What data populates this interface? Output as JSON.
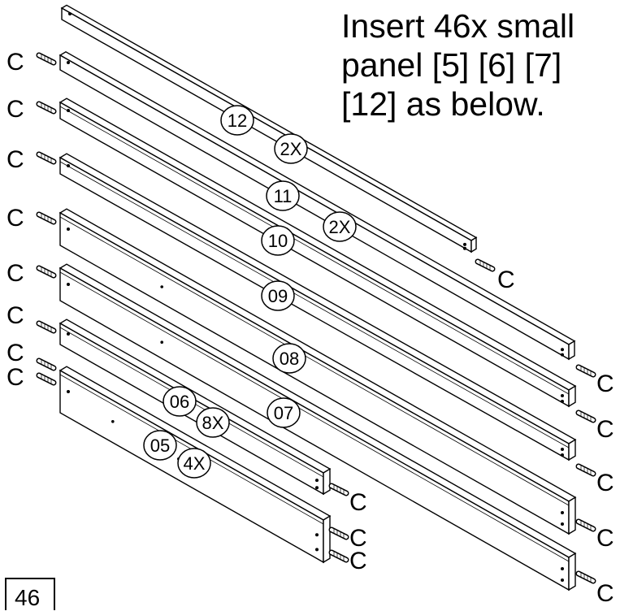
{
  "instruction": {
    "lines": [
      "Insert 46x small",
      "panel [5] [6] [7]",
      "[12] as below."
    ]
  },
  "page_number": "46",
  "connector_label": "C",
  "parts": [
    {
      "id": "12",
      "qty": "2X"
    },
    {
      "id": "11",
      "qty": "2X"
    },
    {
      "id": "10",
      "qty": ""
    },
    {
      "id": "09",
      "qty": ""
    },
    {
      "id": "08",
      "qty": ""
    },
    {
      "id": "07",
      "qty": ""
    },
    {
      "id": "06",
      "qty": "8X"
    },
    {
      "id": "05",
      "qty": "4X"
    }
  ]
}
